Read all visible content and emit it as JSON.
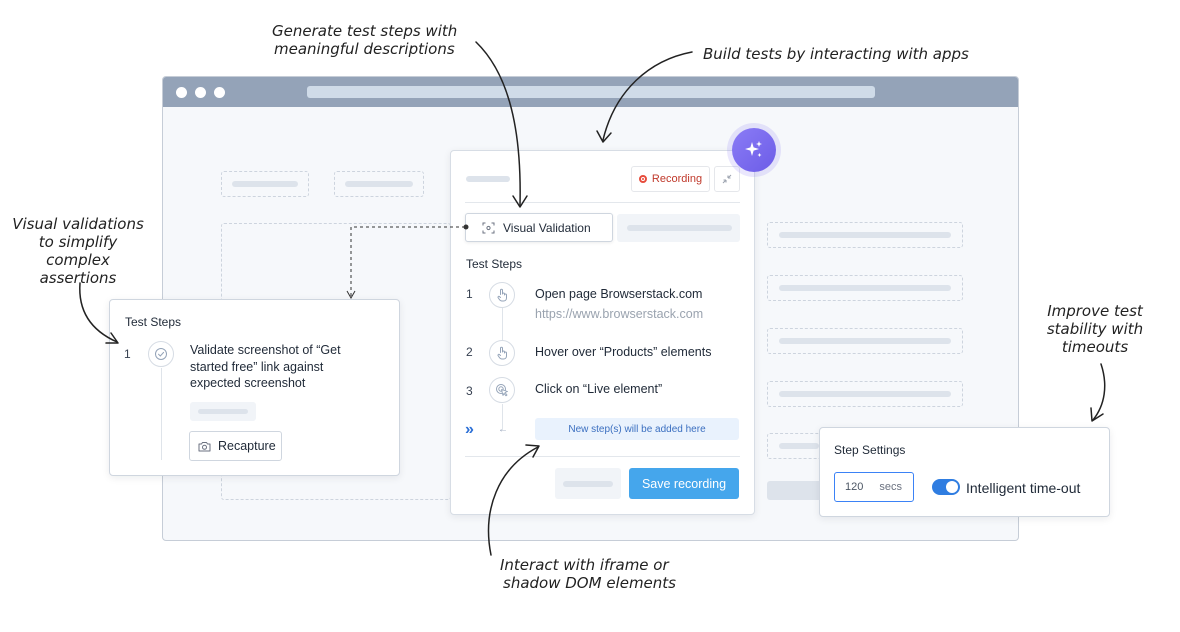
{
  "annotations": {
    "generate_steps": [
      "Generate test steps with",
      "meaningful descriptions"
    ],
    "build_tests": "Build tests by interacting with apps",
    "visual_validations": [
      "Visual validations",
      "to simplify",
      "complex assertions"
    ],
    "improve_stability": [
      "Improve test",
      "stability with",
      "timeouts"
    ],
    "interact_iframe": [
      "Interact with iframe or",
      "shadow DOM elements"
    ]
  },
  "recorder": {
    "recording_label": "Recording",
    "visual_validation_label": "Visual Validation",
    "section_title": "Test Steps",
    "steps": [
      {
        "num": "1",
        "text": "Open page Browserstack.com",
        "url": "https://www.browserstack.com"
      },
      {
        "num": "2",
        "text": "Hover over “Products” elements"
      },
      {
        "num": "3",
        "text": "Click on “Live element”"
      }
    ],
    "new_step_hint": "New step(s) will be added here",
    "save_label": "Save recording"
  },
  "visual_card": {
    "title": "Test Steps",
    "step_num": "1",
    "step_lines": [
      "Validate screenshot of “Get",
      "started free” link against",
      "expected screenshot"
    ],
    "recapture_label": "Recapture"
  },
  "settings_card": {
    "title": "Step Settings",
    "timeout_value": "120",
    "timeout_unit": "secs",
    "toggle_label": "Intelligent time-out",
    "toggle_on": true
  },
  "colors": {
    "primary": "#45a6ec",
    "recording_red": "#e74c3c",
    "ai_purple": "#7c6cf0",
    "toggle_blue": "#2f7de1"
  }
}
